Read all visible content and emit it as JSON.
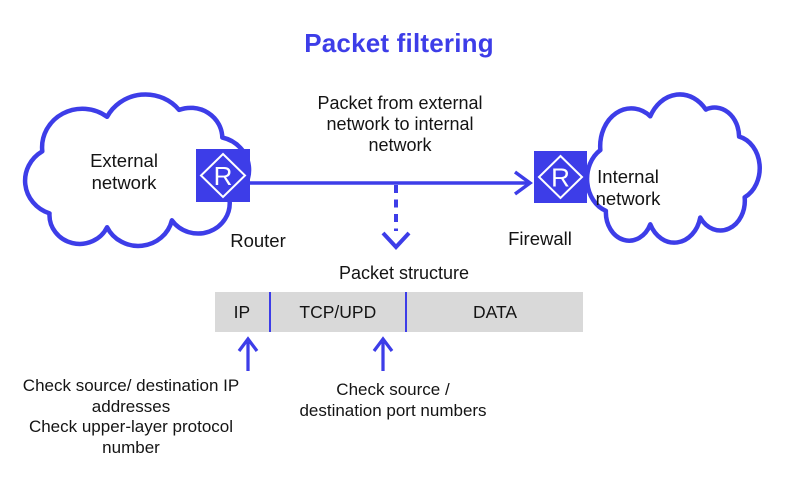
{
  "title": "Packet filtering",
  "colors": {
    "accent": "#3D3DE8",
    "bar_background": "#D9D9D9",
    "text": "#141414",
    "canvas": "#FFFFFF"
  },
  "clouds": {
    "external": {
      "lines": [
        "External",
        "network"
      ]
    },
    "internal": {
      "lines": [
        "Internal",
        "network"
      ]
    }
  },
  "devices": {
    "router": {
      "icon": "router-diamond-icon",
      "letter": "R",
      "label": "Router"
    },
    "firewall": {
      "icon": "router-diamond-icon",
      "letter": "R",
      "label": "Firewall"
    }
  },
  "flow_arrow": {
    "lines": [
      "Packet from external",
      "network to internal",
      "network"
    ]
  },
  "packet": {
    "title": "Packet structure",
    "segments": [
      {
        "label": "IP"
      },
      {
        "label": "TCP/UPD"
      },
      {
        "label": "DATA"
      }
    ]
  },
  "notes": {
    "ip": {
      "lines": [
        "Check source/ destination IP",
        "addresses",
        "Check upper-layer protocol",
        "number"
      ]
    },
    "ports": {
      "lines": [
        "Check source /",
        "destination port numbers"
      ]
    }
  }
}
